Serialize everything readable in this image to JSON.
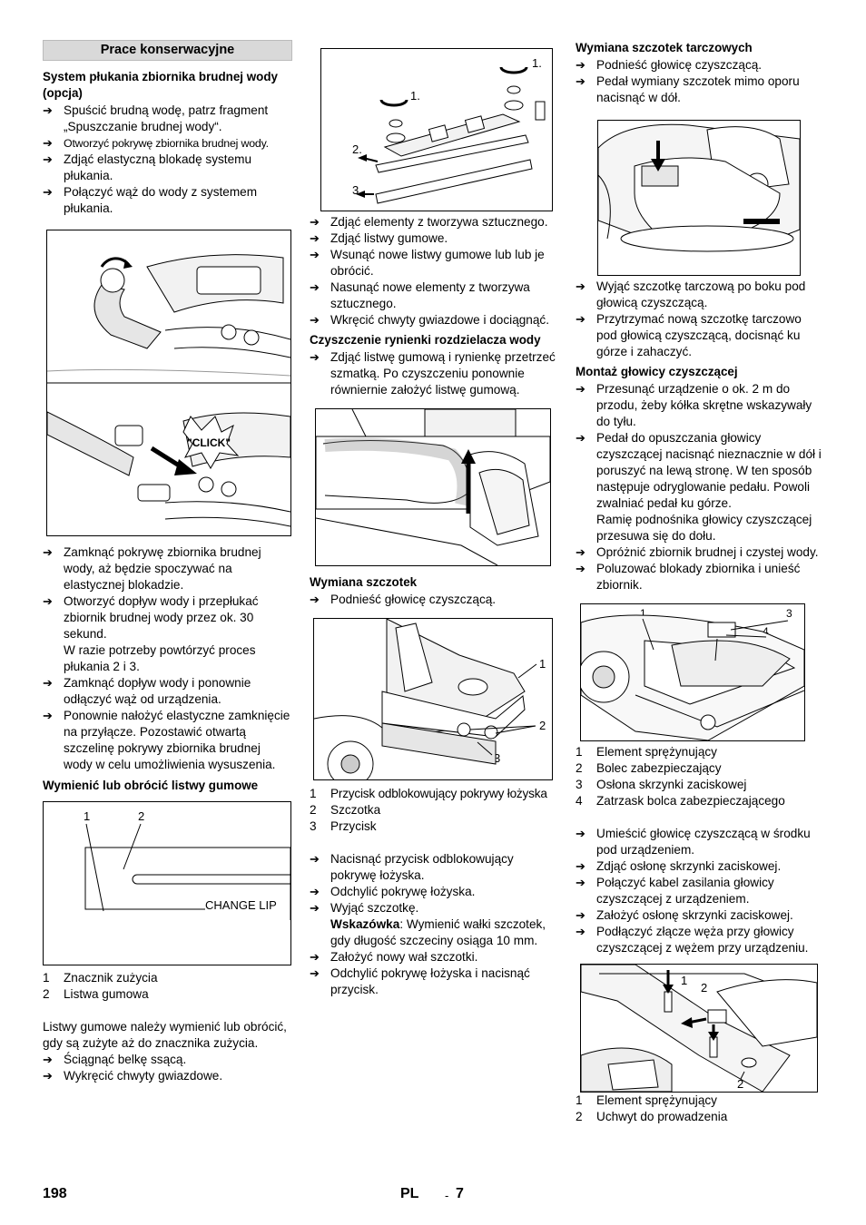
{
  "col1": {
    "section_title": "Prace konserwacyjne",
    "h_rinse": "System płukania zbiornika brudnej wody (opcja)",
    "rinse_steps": [
      "Spuścić brudną wodę, patrz fragment „Spuszczanie brudnej wody“.",
      "Otworzyć pokrywę zbiornika brudnej wody.",
      "Zdjąć elastyczną blokadę systemu płukania.",
      "Połączyć wąż do wody z systemem płukania."
    ],
    "fig_click": "\"CLICK\"",
    "rinse_steps2": [
      "Zamknąć pokrywę zbiornika brudnej wody, aż będzie spoczywać na elastycznej blokadzie.",
      "Otworzyć dopływ wody i przepłukać zbiornik brudnej wody przez ok. 30 sekund."
    ],
    "rinse_note": "W razie potrzeby powtórzyć proces płukania 2 i 3.",
    "rinse_steps3": [
      "Zamknąć dopływ wody i ponownie odłączyć wąż od urządzenia.",
      "Ponownie nałożyć elastyczne zamknięcie na przyłącze. Pozostawić otwartą szczelinę pokrywy zbiornika brudnej wody w celu umożliwienia wysuszenia."
    ],
    "h_lips": "Wymienić lub obrócić listwy gumowe",
    "fig_lip_labels": [
      "1",
      "2"
    ],
    "fig_lip_text": "CHANGE LIP",
    "lip_legend": [
      {
        "n": "1",
        "t": "Znacznik zużycia"
      },
      {
        "n": "2",
        "t": "Listwa gumowa"
      }
    ],
    "lip_para": "Listwy gumowe należy wymienić lub obrócić, gdy są zużyte aż do znacznika zużycia.",
    "lip_steps": [
      "Ściągnąć belkę ssącą.",
      "Wykręcić chwyty gwiazdowe."
    ]
  },
  "col2": {
    "fig_labels": [
      "1.",
      "1.",
      "2.",
      "3."
    ],
    "lip_steps2": [
      "Zdjąć elementy z tworzywa sztucznego.",
      "Zdjąć listwy gumowe.",
      "Wsunąć nowe listwy gumowe lub lub je obrócić.",
      "Nasunąć nowe elementy z tworzywa sztucznego.",
      "Wkręcić chwyty gwiazdowe i dociągnąć."
    ],
    "h_trough": "Czyszczenie rynienki rozdzielacza wody",
    "trough_steps": [
      "Zdjąć listwę gumową i rynienkę przetrzeć szmatką. Po czyszczeniu ponownie równiernie założyć listwę gumową."
    ],
    "h_brush": "Wymiana szczotek",
    "brush_steps": [
      "Podnieść głowicę czyszczącą."
    ],
    "fig_brush_labels": [
      "1",
      "2",
      "3"
    ],
    "brush_legend": [
      {
        "n": "1",
        "t": "Przycisk odblokowujący pokrywy łożyska"
      },
      {
        "n": "2",
        "t": "Szczotka"
      },
      {
        "n": "3",
        "t": "Przycisk"
      }
    ],
    "brush_steps2": [
      "Nacisnąć przycisk odblokowujący pokrywę łożyska.",
      "Odchylić pokrywę łożyska.",
      "Wyjąć szczotkę."
    ],
    "note_label": "Wskazówka",
    "note_text": ": Wymienić wałki szczotek, gdy długość szczeciny osiąga 10 mm.",
    "brush_steps3": [
      "Założyć nowy wał szczotki.",
      "Odchylić pokrywę łożyska i nacisnąć przycisk."
    ]
  },
  "col3": {
    "h_disc": "Wymiana szczotek tarczowych",
    "disc_steps": [
      "Podnieść głowicę czyszczącą.",
      "Pedał wymiany szczotek mimo oporu nacisnąć w dół."
    ],
    "disc_steps2": [
      "Wyjąć szczotkę tarczową po boku pod głowicą czyszczącą.",
      "Przytrzymać nową szczotkę tarczowo pod głowicą czyszczącą, docisnąć ku górze i zahaczyć."
    ],
    "h_mount": "Montaż głowicy czyszczącej",
    "mount_steps": [
      "Przesunąć urządzenie o ok. 2 m do przodu, żeby kółka skrętne wskazywały do tyłu.",
      "Pedał do opuszczania głowicy czyszczącej nacisnąć nieznacznie w dół i poruszyć na lewą stronę. W ten sposób następuje odryglowanie pedału. Powoli zwalniać pedał ku górze."
    ],
    "mount_note": "Ramię podnośnika głowicy czyszczącej przesuwa się do dołu.",
    "mount_steps2": [
      "Opróżnić zbiornik brudnej i czystej wody.",
      "Poluzować blokady zbiornika i unieść zbiornik."
    ],
    "fig_mount_labels": [
      "1",
      "3",
      "4",
      "2"
    ],
    "mount_legend": [
      {
        "n": "1",
        "t": "Element sprężynujący"
      },
      {
        "n": "2",
        "t": "Bolec zabezpieczający"
      },
      {
        "n": "3",
        "t": "Osłona skrzynki zaciskowej"
      },
      {
        "n": "4",
        "t": "Zatrzask bolca zabezpieczającego"
      }
    ],
    "mount_steps3": [
      "Umieścić głowicę czyszczącą w środku pod urządzeniem.",
      "Zdjąć osłonę skrzynki zaciskowej.",
      "Połączyć kabel zasilania głowicy czyszczącej z urządzeniem.",
      "Założyć osłonę skrzynki zaciskowej.",
      "Podłączyć złącze węża przy głowicy czyszczącej z wężem przy urządzeniu."
    ],
    "fig_last_labels": [
      "1",
      "2",
      "1",
      "2"
    ],
    "last_legend": [
      {
        "n": "1",
        "t": "Element sprężynujący"
      },
      {
        "n": "2",
        "t": "Uchwyt do prowadzenia"
      }
    ]
  },
  "footer": {
    "page": "198",
    "lang": "PL",
    "dash": "-",
    "num": "7"
  }
}
